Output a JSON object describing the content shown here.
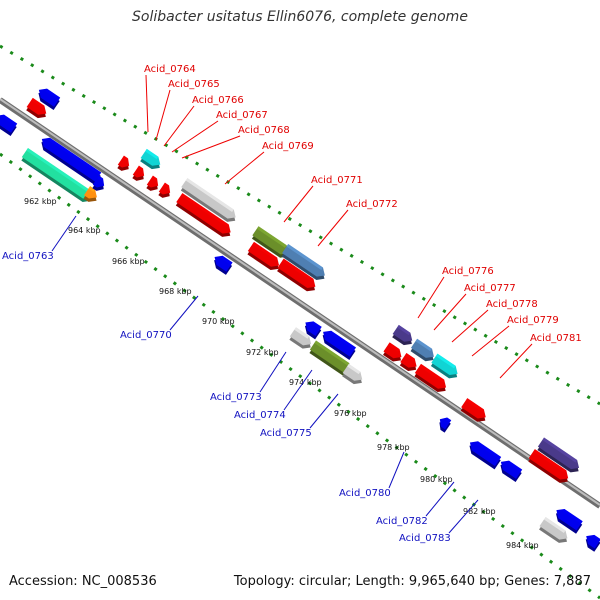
{
  "title": "Solibacter usitatus Ellin6076, complete genome",
  "footer": {
    "accession": "Accession: NC_008536",
    "summary": "Topology: circular; Length: 9,965,640 bp; Genes: 7,887"
  },
  "kbp_ticks": [
    "962 kbp",
    "964 kbp",
    "966 kbp",
    "968 kbp",
    "970 kbp",
    "972 kbp",
    "974 kbp",
    "976 kbp",
    "978 kbp",
    "980 kbp",
    "982 kbp",
    "984 kbp"
  ],
  "labels_red": [
    "Acid_0764",
    "Acid_0765",
    "Acid_0766",
    "Acid_0767",
    "Acid_0768",
    "Acid_0769",
    "Acid_0771",
    "Acid_0772",
    "Acid_0776",
    "Acid_0777",
    "Acid_0778",
    "Acid_0779",
    "Acid_0781"
  ],
  "labels_blue": [
    "Acid_0763",
    "Acid_0770",
    "Acid_0773",
    "Acid_0774",
    "Acid_0775",
    "Acid_0780",
    "Acid_0782",
    "Acid_0783"
  ],
  "colors": {
    "backbone": "#8c8c8c",
    "forward_gene": "#ee0000",
    "reverse_gene": "#0000ee",
    "rna_cyan": "#11d4d4",
    "ribosomal_teal": "#22e0a0",
    "olive": "#6b8f2a",
    "steel": "#4f7fb2",
    "grey_gene": "#c8c8c8",
    "dark_purple": "#4a3a8a",
    "orange": "#ff9010",
    "dot_green": "#1a8a1a"
  }
}
